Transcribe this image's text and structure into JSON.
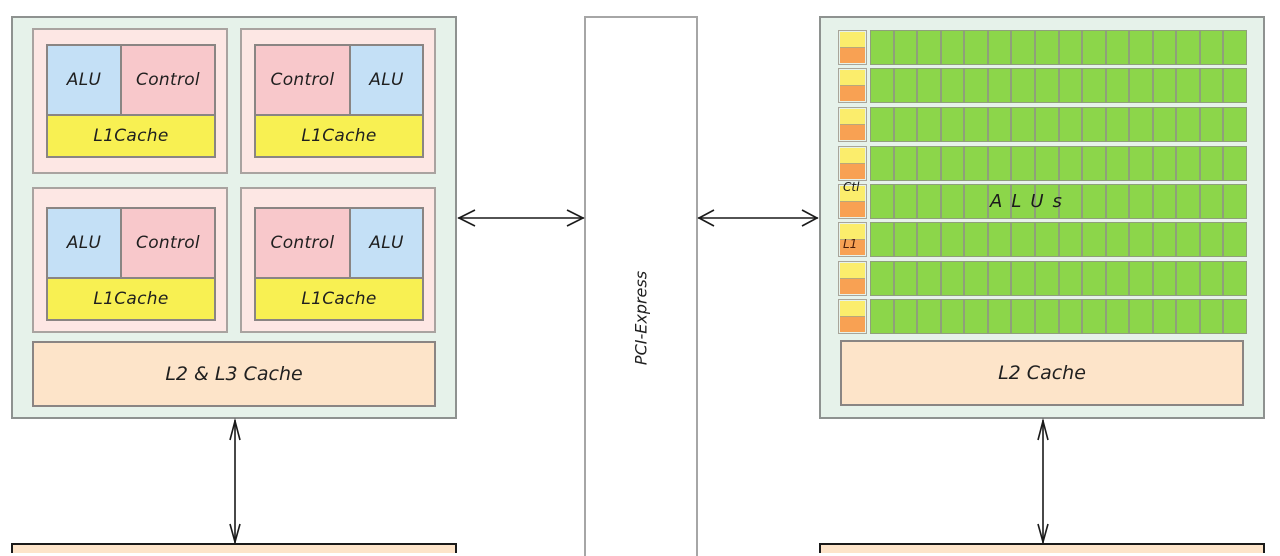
{
  "cpu": {
    "cores": [
      {
        "first": "ALU",
        "second": "Control",
        "cache": "L1Cache"
      },
      {
        "first": "Control",
        "second": "ALU",
        "cache": "L1Cache"
      },
      {
        "first": "ALU",
        "second": "Control",
        "cache": "L1Cache"
      },
      {
        "first": "Control",
        "second": "ALU",
        "cache": "L1Cache"
      }
    ],
    "shared_cache": "L2 & L3 Cache"
  },
  "bus": {
    "label": "PCI-Express"
  },
  "gpu": {
    "rows": 8,
    "alus_per_row": 16,
    "ctl_label": "Ctl",
    "l1_label": "L1",
    "alus_label": "ALUs",
    "shared_cache": "L2 Cache"
  },
  "colors": {
    "alu": "#c4e0f6",
    "control": "#f8c8cb",
    "l1cache": "#f8f052",
    "cache": "#fde4c9",
    "chip": "#e6f2ea",
    "gpu_alu": "#8cd64a",
    "gpu_ctl": "#fbed6c",
    "gpu_l1": "#f8a153"
  }
}
